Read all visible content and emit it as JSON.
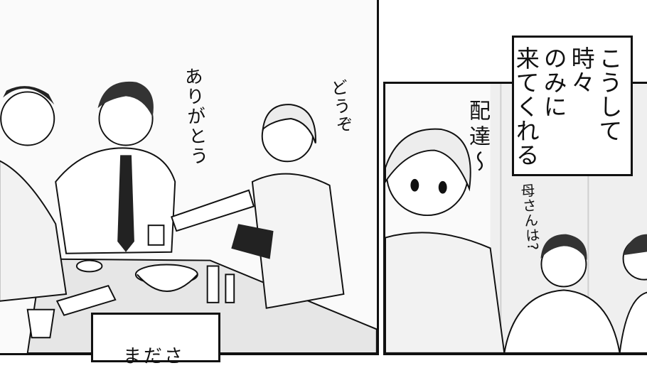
{
  "sfx": {
    "arigatou": "ありがとう",
    "douzo": "どうぞ",
    "haitatsu": "配達〜",
    "kaasan": "母さんは?"
  },
  "narration": {
    "lines": [
      "こうして時々",
      "のみに",
      "来てくれる"
    ]
  },
  "caption": {
    "partial": "まださ"
  },
  "colors": {
    "ink": "#111111",
    "paper": "#ffffff",
    "screentone": "#d8d8d8"
  }
}
